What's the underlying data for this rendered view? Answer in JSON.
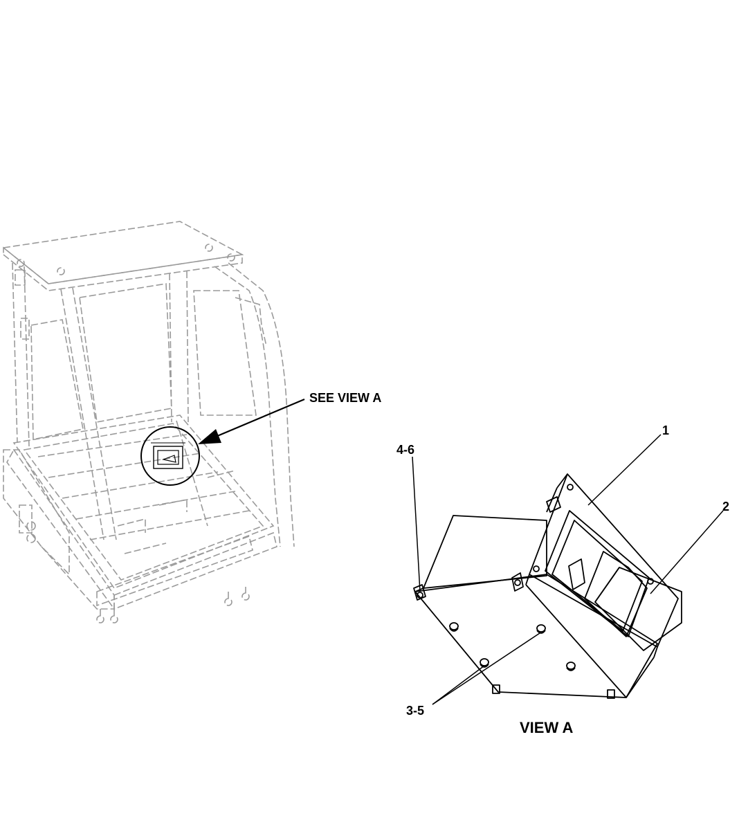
{
  "labels": {
    "see_view_a": "SEE VIEW A",
    "item_1": "1",
    "item_2": "2",
    "item_4_6": "4-6",
    "item_3_5": "3-5",
    "view_title": "VIEW A"
  },
  "colors": {
    "line": "#000000",
    "dashed": "#9a9a9a",
    "background": "#ffffff"
  }
}
